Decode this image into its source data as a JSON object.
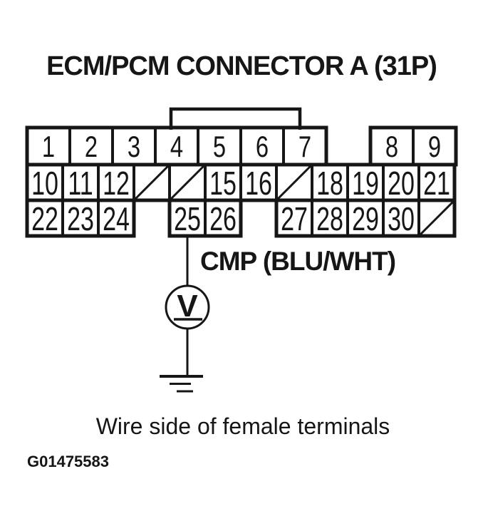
{
  "figure": {
    "title": "ECM/PCM CONNECTOR A (31P)",
    "caption": "Wire side of female terminals",
    "figure_id": "G01475583"
  },
  "connector": {
    "description": "ECM/PCM connector A pin grid, 31 positions, slashed cells are empty cavities",
    "row1_labels": [
      "1",
      "2",
      "3",
      "4",
      "5",
      "6",
      "7",
      "8",
      "9"
    ],
    "row2_labels": [
      "10",
      "11",
      "12",
      "/",
      "/",
      "15",
      "16",
      "/",
      "18",
      "19",
      "20",
      "21"
    ],
    "row3_labels": [
      "22",
      "23",
      "24",
      "25",
      "26",
      "27",
      "28",
      "29",
      "30",
      "/"
    ],
    "probed_pin": "25"
  },
  "measurement": {
    "wire_label": "CMP (BLU/WHT)",
    "meter_symbol": "V"
  },
  "icons": {
    "meter": "voltmeter-circle",
    "ground": "ground-symbol"
  },
  "colors": {
    "ink": "#161616",
    "paper": "#ffffff"
  }
}
